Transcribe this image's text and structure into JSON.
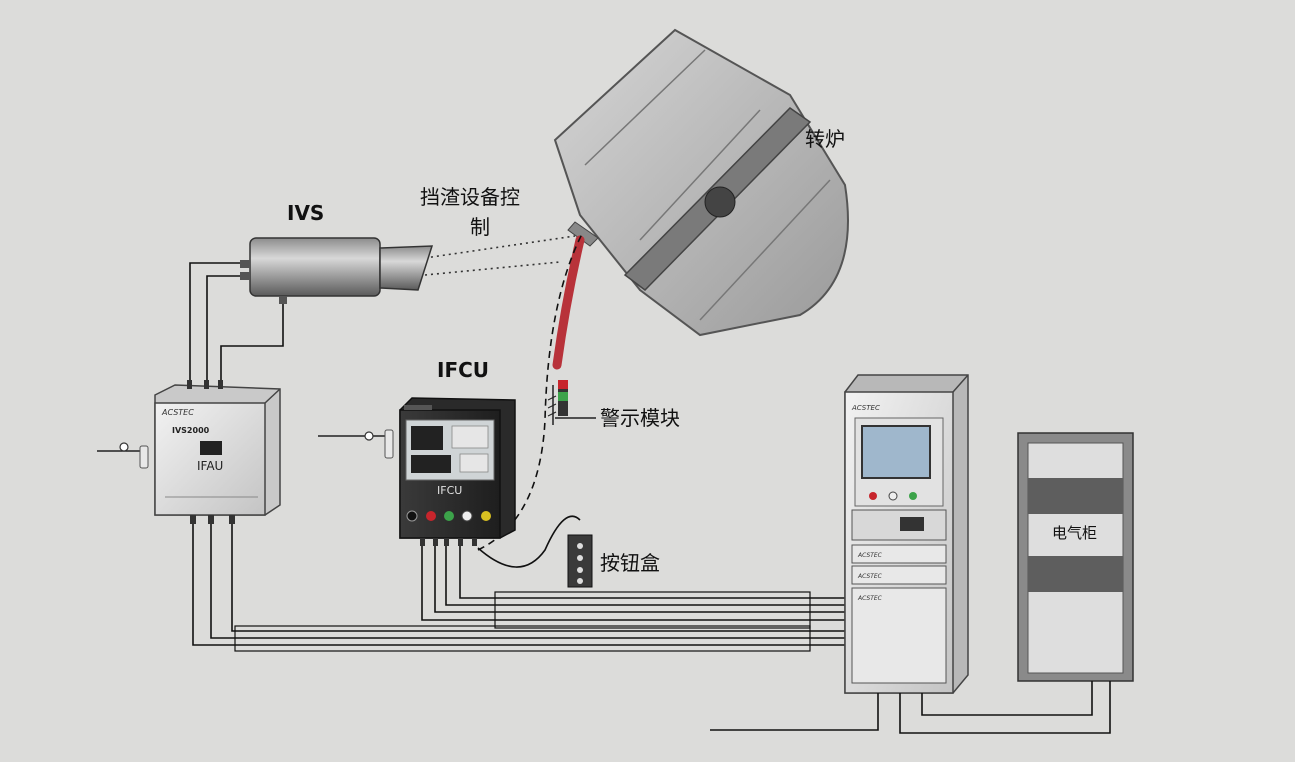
{
  "labels": {
    "ivs": "IVS",
    "slag_control": "挡渣设备控",
    "slag_control_2": "制",
    "converter": "转炉",
    "ifcu_top": "IFCU",
    "ifcu_panel": "IFCU",
    "ifau": "IFAU",
    "ifau_model": "IVS2000",
    "warning_module": "警示模块",
    "button_box": "按钮盒",
    "electric_cabinet": "电气柜"
  },
  "colors": {
    "background": "#dcdcda",
    "chute": "#b8323a",
    "screen": "#9fb7cc"
  }
}
